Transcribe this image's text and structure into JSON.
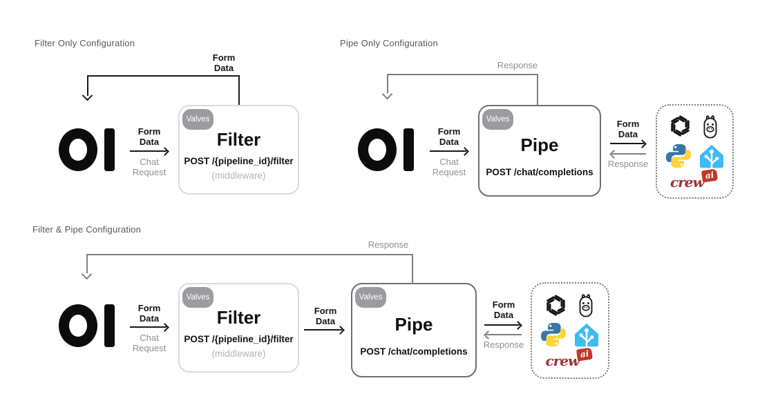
{
  "brand_colors": {
    "arrow_black": "#1a1a1a",
    "arrow_gray": "#7e7e82",
    "filter_box_border": "#dbdbde",
    "pipe_box_border": "#6f6f73",
    "valves_badge": "#9b9ba0",
    "python_blue": "#3776ab",
    "python_yellow": "#ffd43b",
    "home_assistant_blue": "#3dbcf3",
    "crewai_red": "#9c3440",
    "crewai_flag_red": "#c0392b"
  },
  "providers": {
    "icons": [
      "openai",
      "ollama",
      "python",
      "home-assistant",
      "crewai"
    ]
  },
  "crewai": {
    "script": "crew",
    "flag": "ai"
  },
  "sections": {
    "filter_only": {
      "title": "Filter Only Configuration",
      "loop_label": "Form\nData",
      "request_label_top": "Form\nData",
      "request_label_bottom": "Chat\nRequest",
      "box": {
        "badge": "Valves",
        "title": "Filter",
        "endpoint": "POST /{pipeline_id}/filter",
        "note": "(middleware)"
      }
    },
    "pipe_only": {
      "title": "Pipe Only Configuration",
      "loop_label": "Response",
      "request_label_top": "Form\nData",
      "request_label_bottom": "Chat\nRequest",
      "box": {
        "badge": "Valves",
        "title": "Pipe",
        "endpoint": "POST /chat/completions"
      },
      "io_out_label": "Form\nData",
      "io_in_label": "Response"
    },
    "filter_and_pipe": {
      "title": "Filter & Pipe Configuration",
      "loop_label": "Response",
      "request_label_top": "Form\nData",
      "request_label_bottom": "Chat\nRequest",
      "filter_box": {
        "badge": "Valves",
        "title": "Filter",
        "endpoint": "POST /{pipeline_id}/filter",
        "note": "(middleware)"
      },
      "mid_label": "Form\nData",
      "pipe_box": {
        "badge": "Valves",
        "title": "Pipe",
        "endpoint": "POST /chat/completions"
      },
      "io_out_label": "Form\nData",
      "io_in_label": "Response"
    }
  }
}
